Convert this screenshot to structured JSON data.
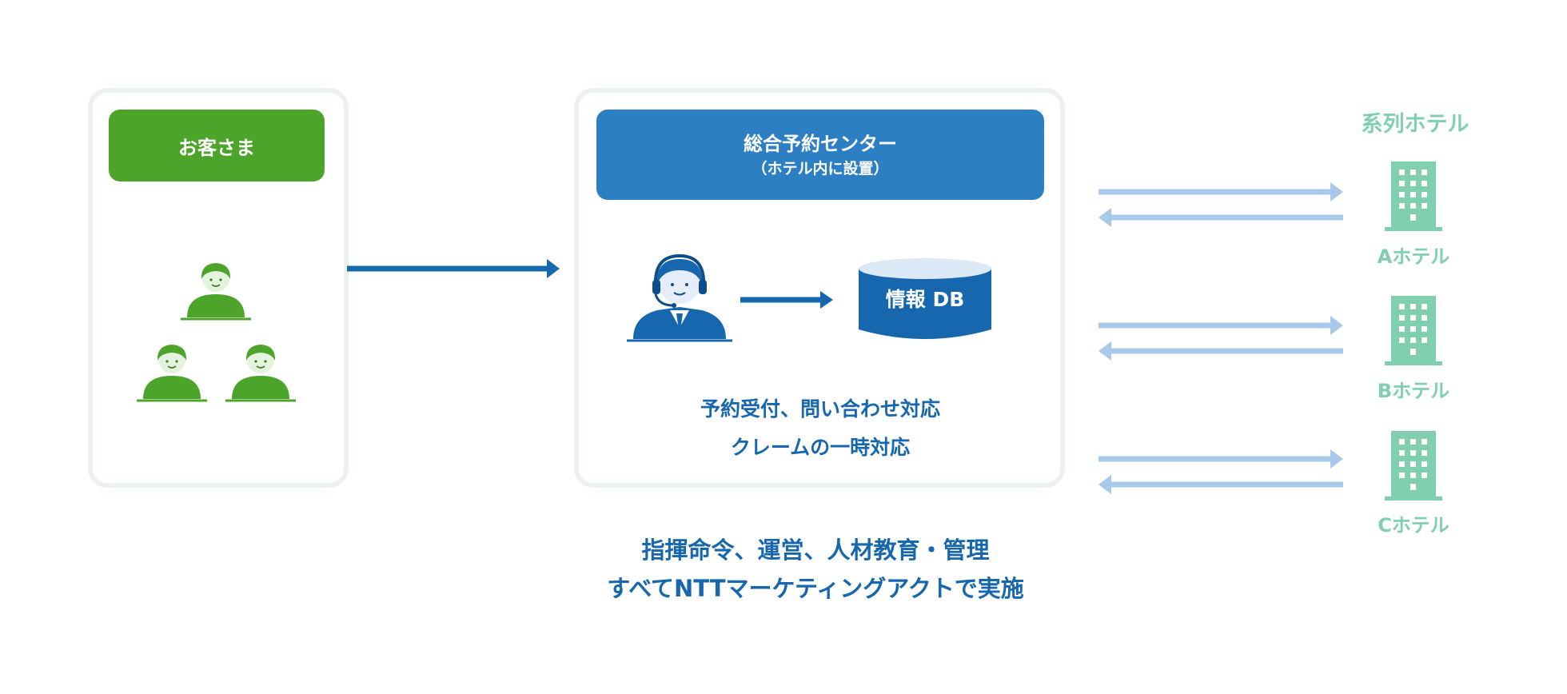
{
  "customer": {
    "title": "お客さま"
  },
  "center": {
    "title": "総合予約センター",
    "subtitle": "（ホテル内に設置）",
    "db_label": "情報 DB",
    "caption_line1": "予約受付、問い合わせ対応",
    "caption_line2": "クレームの一時対応"
  },
  "bottom": {
    "line1": "指揮命令、運営、人材教育・管理",
    "line2": "すべてNTTマーケティングアクトで実施"
  },
  "hotels": {
    "title": "系列ホテル",
    "items": [
      {
        "label": "Aホテル"
      },
      {
        "label": "Bホテル"
      },
      {
        "label": "Cホテル"
      }
    ]
  },
  "colors": {
    "customer_green": "#4ca52a",
    "center_blue": "#2d7fc4",
    "text_blue": "#1667ad",
    "arrow_light_blue": "#a9c9ea",
    "hotel_teal": "#7fcfb0",
    "panel_border": "#edf2f1"
  },
  "icons": {
    "customer": "person-icon",
    "operator": "operator-headset-icon",
    "database": "database-icon",
    "hotel": "building-icon"
  }
}
